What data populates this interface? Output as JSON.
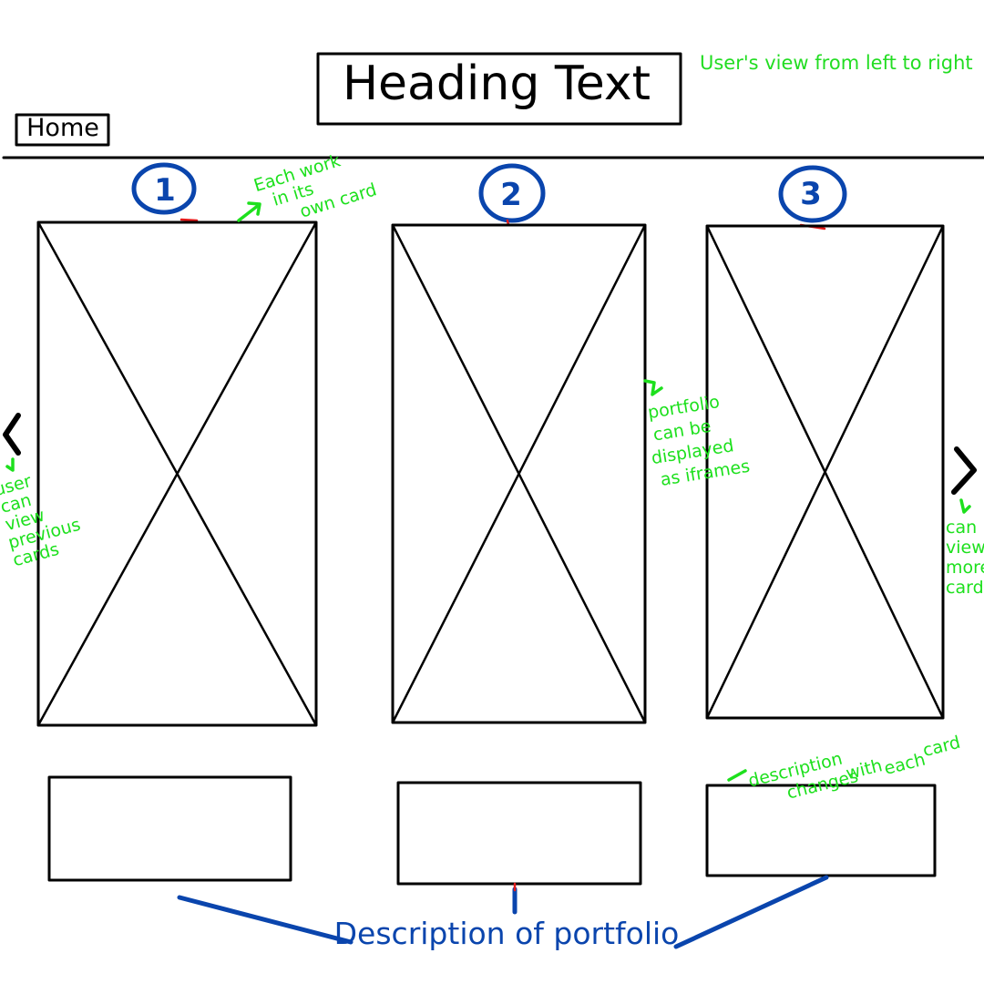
{
  "header": {
    "title": "Heading Text",
    "home_label": "Home"
  },
  "annotations": {
    "view_direction": "User's view from left to right",
    "each_work": [
      "Each work",
      "in its",
      "own card"
    ],
    "iframes": [
      "portfolio",
      "can be",
      "displayed",
      "as iframes"
    ],
    "prev_cards": [
      "user",
      "can",
      "view",
      "previous",
      "cards"
    ],
    "more_cards": [
      "can",
      "view",
      "more",
      "card"
    ],
    "description_changes": [
      "description",
      "changes",
      "with",
      "each",
      "card"
    ],
    "description_label": "Description of portfolio"
  },
  "cards": [
    {
      "number": "1"
    },
    {
      "number": "2"
    },
    {
      "number": "3"
    }
  ],
  "icons": {
    "prev": "chevron-left-icon",
    "next": "chevron-right-icon"
  },
  "colors": {
    "ink": "#000000",
    "annotation_green": "#1de01d",
    "annotation_blue": "#0a45ad",
    "marker_red": "#e41a1a"
  }
}
